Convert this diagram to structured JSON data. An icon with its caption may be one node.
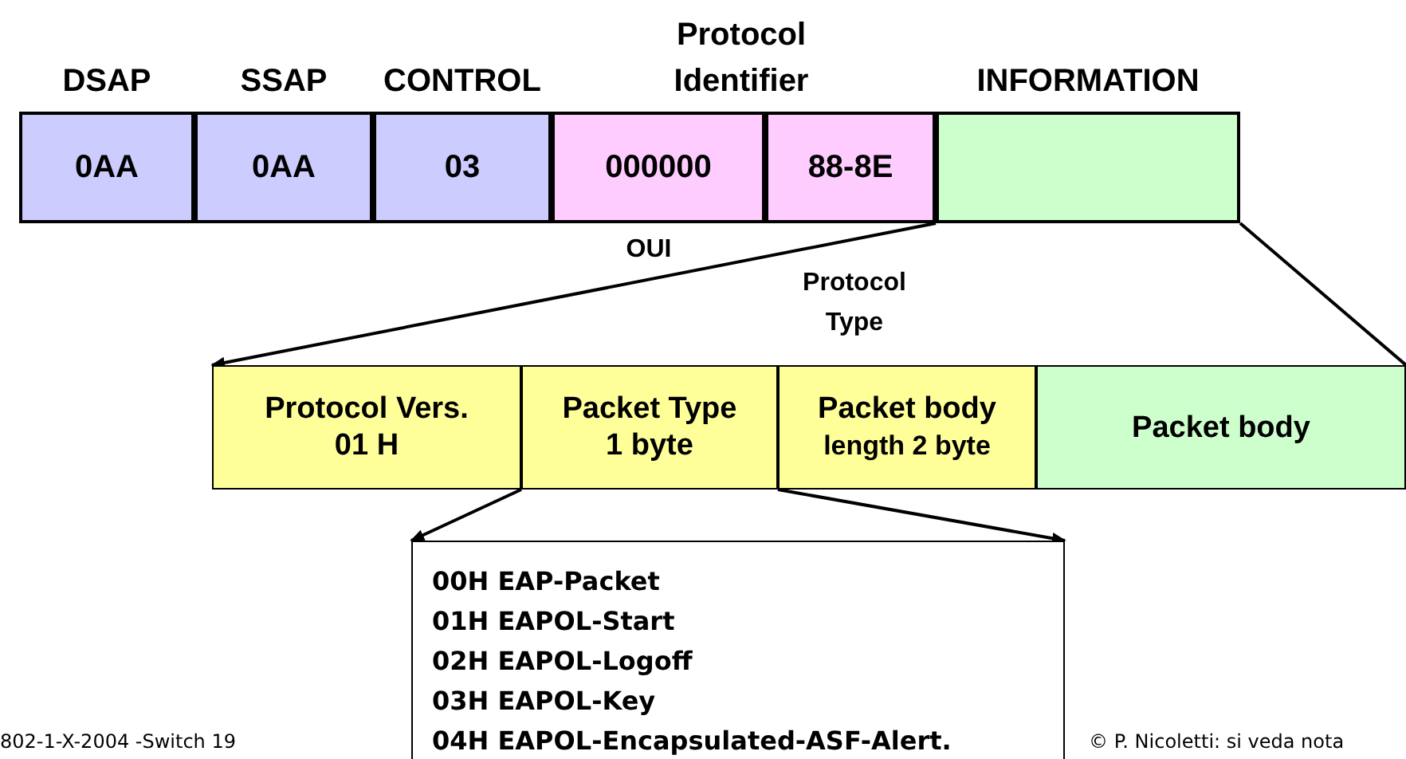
{
  "diagram": {
    "nodes": [
      {
        "text": [
          "DSAP",
          "0AA"
        ]
      },
      {
        "text": [
          "SSAP",
          "0AA"
        ]
      },
      {
        "text": [
          "CONTROL",
          "03"
        ]
      },
      {
        "text": [
          "000000"
        ],
        "beside": [
          "OUI"
        ]
      },
      {
        "text": [
          "88-8E"
        ],
        "beside": [
          "Protocol Type"
        ]
      },
      {
        "text": [
          "INFORMATION"
        ]
      },
      {
        "text": [
          "Protocol Vers.",
          "01 H"
        ]
      },
      {
        "text": [
          "Packet Type",
          "1 byte"
        ]
      },
      {
        "text": [
          "Packet body",
          "length 2 byte"
        ]
      },
      {
        "text": [
          "Packet body"
        ]
      },
      {
        "text": [
          "00H EAP-Packet",
          "01H EAPOL-Start",
          "02H EAPOL-Logoff",
          "03H EAPOL-Key",
          "04H EAPOL-Encapsulated-ASF-Alert."
        ]
      }
    ],
    "edges": [
      {
        "from": 5,
        "to": 6,
        "arrow": "to"
      },
      {
        "from": 5,
        "to": 9,
        "arrow": "none"
      },
      {
        "from": 7,
        "to": 10,
        "arrow": "to"
      },
      {
        "from": 7,
        "to": 10,
        "arrow": "to"
      }
    ],
    "labels": [
      "Protocol Identifier",
      "802-1-X-2004 -Switch 19",
      "© P. Nicoletti: si veda nota"
    ]
  }
}
